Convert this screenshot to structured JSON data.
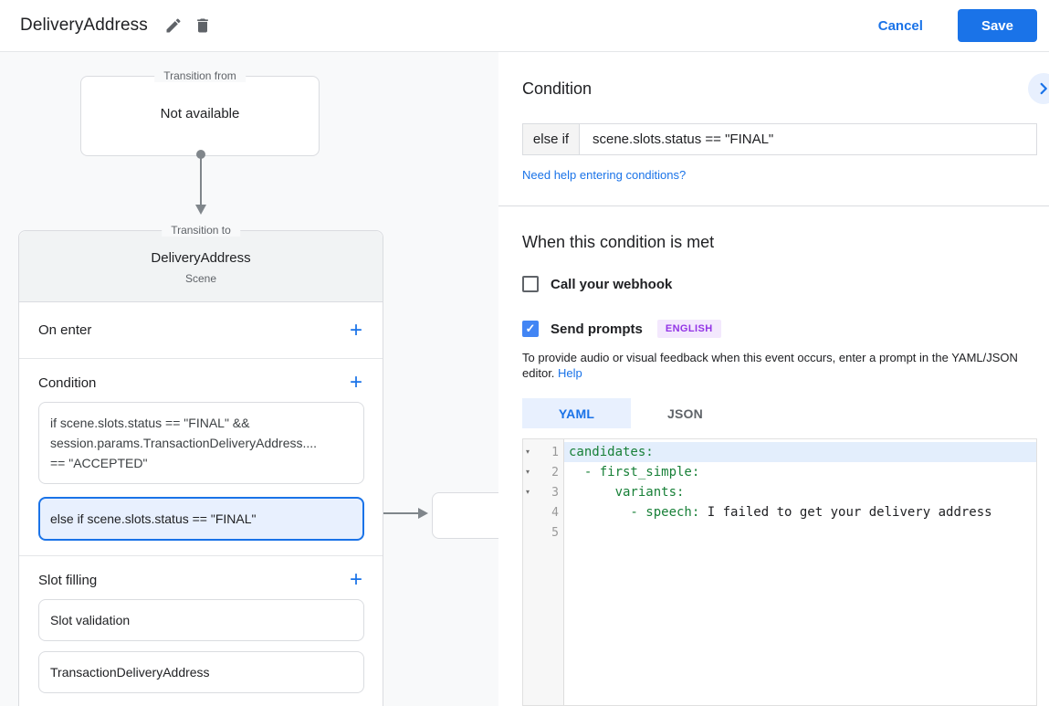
{
  "colors": {
    "accent": "#1a73e8",
    "accent_light": "#e8f0fe",
    "selected_border": "#1a73e8",
    "code_key_green": "#188038",
    "badge_text": "#9334e6",
    "badge_bg": "#f3e8fd",
    "panel_bg": "#f8f9fa",
    "checkbox_checked": "#4285f4"
  },
  "header": {
    "title": "DeliveryAddress",
    "cancel_label": "Cancel",
    "save_label": "Save"
  },
  "diagram": {
    "transition_from": {
      "label": "Transition from",
      "content": "Not available"
    },
    "transition_to": {
      "label": "Transition to",
      "name": "DeliveryAddress",
      "type": "Scene"
    },
    "on_enter": {
      "title": "On enter",
      "add_label": "+"
    },
    "condition": {
      "title": "Condition",
      "add_label": "+",
      "item1_lines": [
        "if scene.slots.status == \"FINAL\" &&",
        "session.params.TransactionDeliveryAddress....",
        "== \"ACCEPTED\""
      ],
      "item2_text": "else if scene.slots.status == \"FINAL\""
    },
    "slot_filling": {
      "title": "Slot filling",
      "add_label": "+",
      "items": [
        "Slot validation",
        "TransactionDeliveryAddress"
      ]
    }
  },
  "panel": {
    "title": "Condition",
    "condition_input": {
      "prefix": "else if",
      "value": "scene.slots.status == \"FINAL\""
    },
    "help_link": "Need help entering conditions?",
    "when_met": {
      "heading": "When this condition is met",
      "webhook_label": "Call your webhook",
      "prompts_label": "Send prompts",
      "language_badge": "ENGLISH",
      "description": "To provide audio or visual feedback when this event occurs, enter a prompt in the YAML/JSON editor.",
      "description_link": "Help"
    },
    "tabs": [
      {
        "label": "YAML",
        "active": true
      },
      {
        "label": "JSON",
        "active": false
      }
    ],
    "editor": {
      "lines": [
        {
          "num": "1",
          "key": "candidates:",
          "value": ""
        },
        {
          "num": "2",
          "key": "  - first_simple:",
          "value": ""
        },
        {
          "num": "3",
          "key": "      variants:",
          "value": ""
        },
        {
          "num": "4",
          "key": "        - speech:",
          "value": " I failed to get your delivery address"
        },
        {
          "num": "5",
          "key": "",
          "value": ""
        }
      ]
    }
  }
}
